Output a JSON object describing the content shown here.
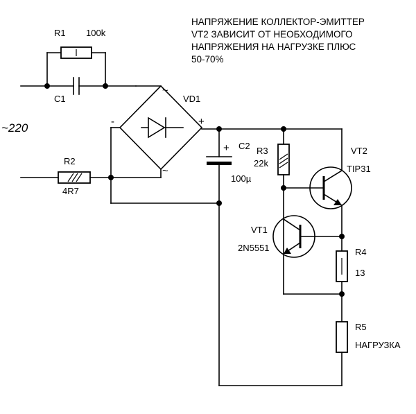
{
  "note": {
    "lines": [
      "НАПРЯЖЕНИЕ КОЛЛЕКТОР-ЭМИТТЕР",
      "VT2 ЗАВИСИТ ОТ НЕОБХОДИМОГО",
      "НАПРЯЖЕНИЯ НА НАГРУЗКЕ ПЛЮС",
      "50-70%"
    ]
  },
  "input": {
    "voltage_label": "~220"
  },
  "components": {
    "r1": {
      "ref": "R1",
      "value": "100k"
    },
    "c1": {
      "ref": "C1"
    },
    "r2": {
      "ref": "R2",
      "value": "4R7"
    },
    "vd1": {
      "ref": "VD1",
      "ac_mark": "~",
      "minus_mark": "-",
      "plus_mark": "+"
    },
    "c2": {
      "ref": "C2",
      "value": "100µ",
      "plus_mark": "+"
    },
    "r3": {
      "ref": "R3",
      "value": "22k"
    },
    "vt2": {
      "ref": "VT2",
      "value": "TIP31"
    },
    "vt1": {
      "ref": "VT1",
      "value": "2N5551"
    },
    "r4": {
      "ref": "R4",
      "value": "13"
    },
    "r5": {
      "ref": "R5",
      "value": "НАГРУЗКА"
    }
  }
}
